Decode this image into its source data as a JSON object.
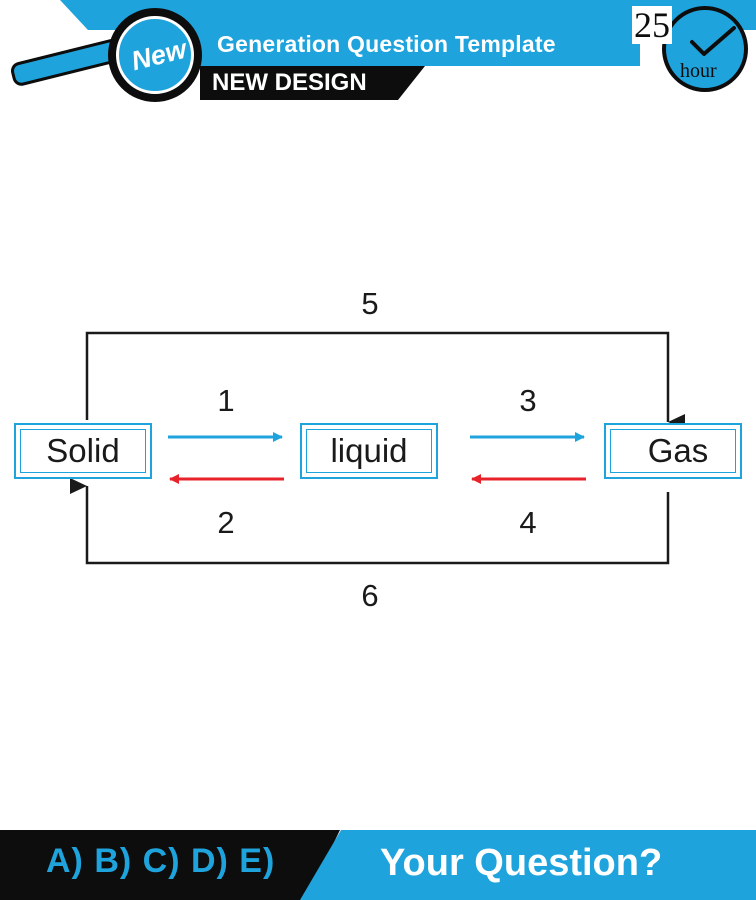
{
  "header": {
    "badge": "New",
    "title": "Generation Question Template",
    "subtitle": "NEW DESIGN",
    "clock_number": "25",
    "clock_unit": "hour"
  },
  "diagram": {
    "nodes": [
      "Solid",
      "liquid",
      "Gas"
    ],
    "arrows": [
      {
        "label": "1",
        "from": "Solid",
        "to": "liquid",
        "color": "#1fa3dc"
      },
      {
        "label": "2",
        "from": "liquid",
        "to": "Solid",
        "color": "#e8222a"
      },
      {
        "label": "3",
        "from": "liquid",
        "to": "Gas",
        "color": "#1fa3dc"
      },
      {
        "label": "4",
        "from": "Gas",
        "to": "liquid",
        "color": "#e8222a"
      },
      {
        "label": "5",
        "from": "Solid",
        "to": "Gas",
        "color": "#1a1a1a"
      },
      {
        "label": "6",
        "from": "Gas",
        "to": "Solid",
        "color": "#1a1a1a"
      }
    ]
  },
  "footer": {
    "options": "A) B) C) D) E)",
    "question": "Your Question?"
  },
  "colors": {
    "accent": "#1fa3dc",
    "dark": "#0d0d0d",
    "red": "#e8222a"
  }
}
